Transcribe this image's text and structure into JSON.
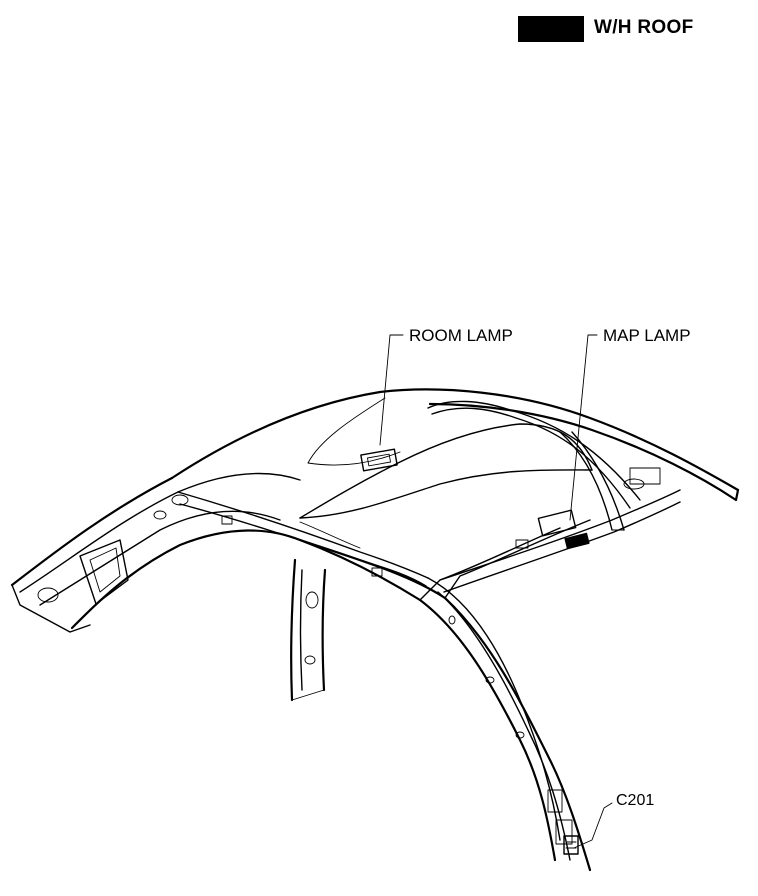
{
  "header": {
    "title": "W/H ROOF"
  },
  "callouts": {
    "room_lamp": "ROOM LAMP",
    "map_lamp": "MAP LAMP",
    "connector": "C201"
  },
  "colors": {
    "ink": "#000000",
    "paper": "#ffffff"
  }
}
